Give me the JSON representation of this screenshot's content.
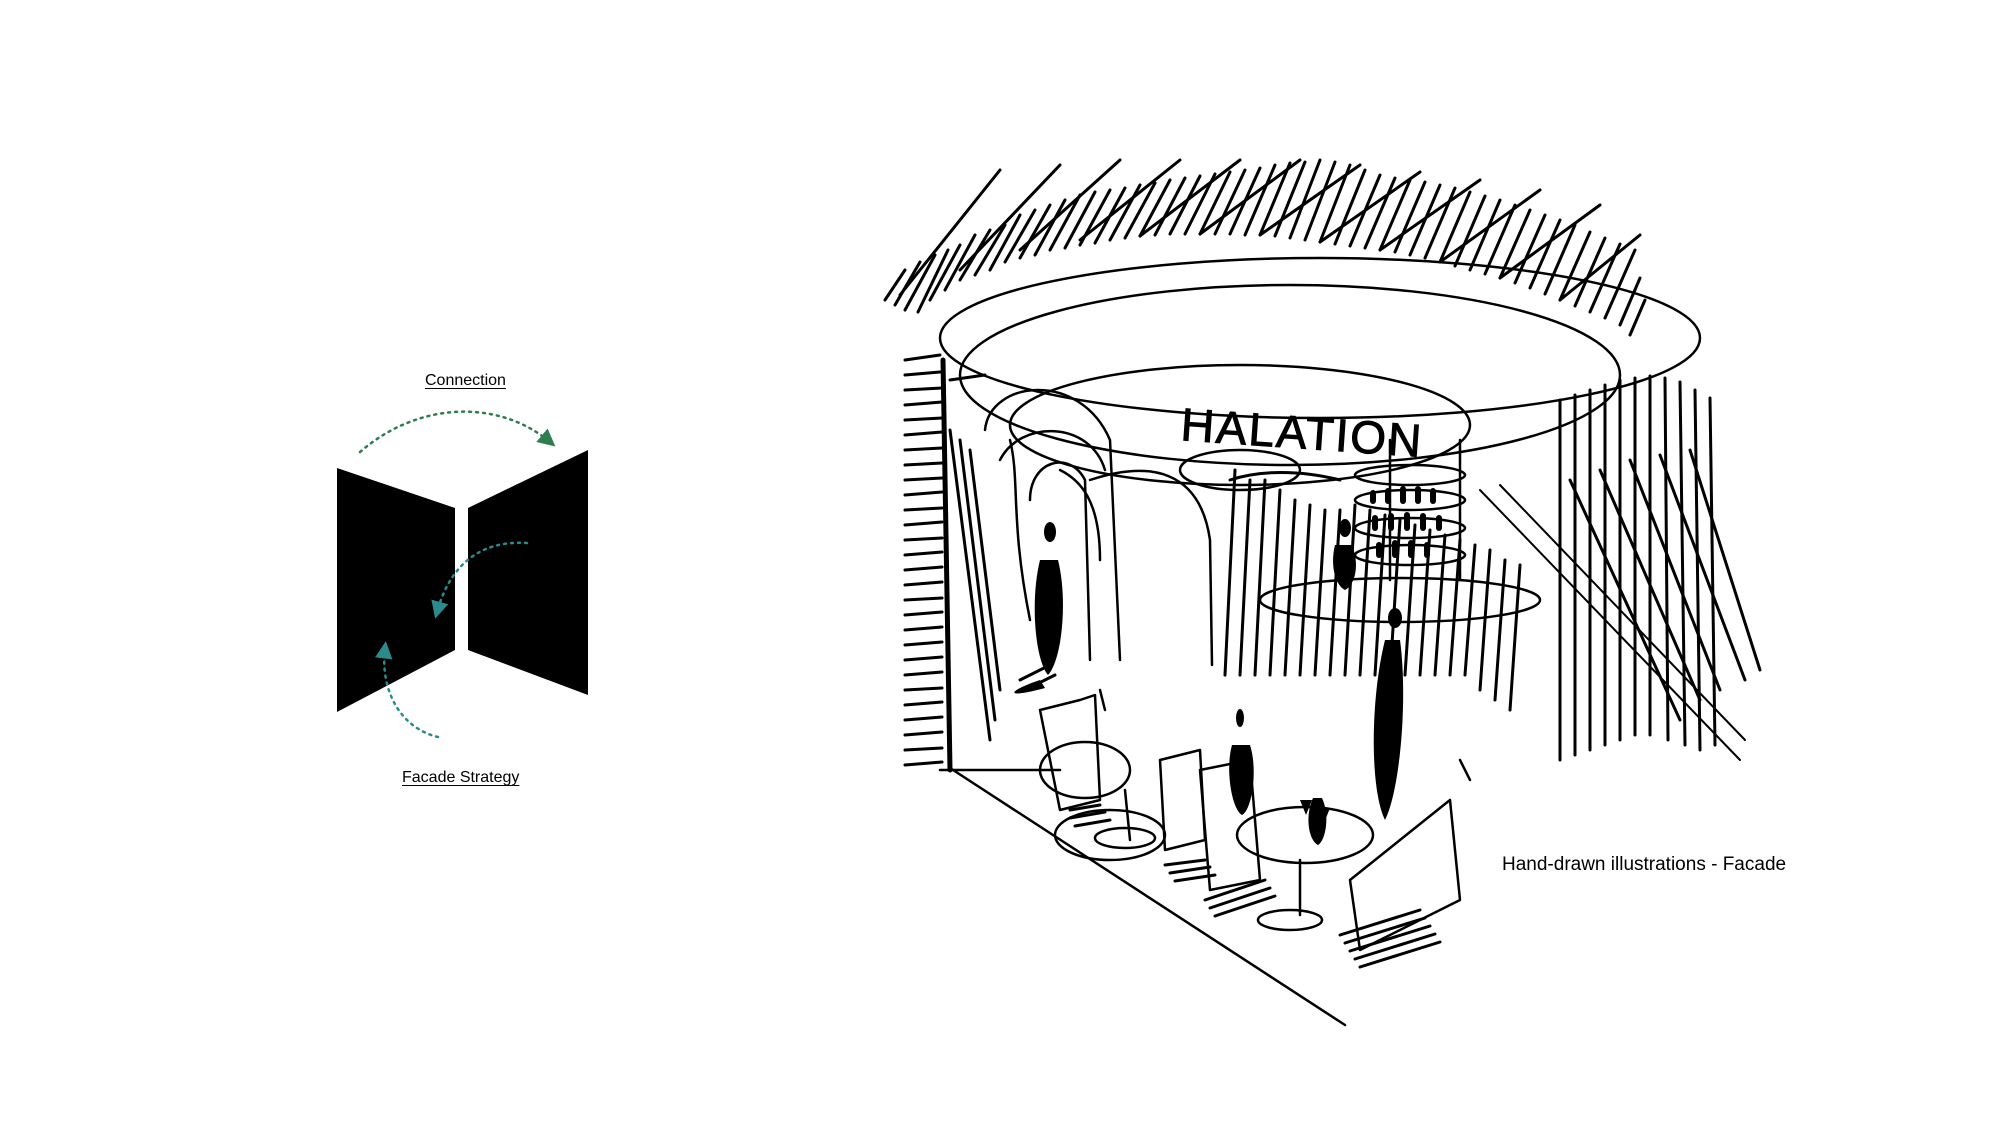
{
  "diagram": {
    "connection_label": "Connection",
    "facade_strategy_label": "Facade Strategy",
    "arrow_color_top": "#2e7d4f",
    "arrow_color_inner": "#2a8a8c"
  },
  "sketch": {
    "sign_text": "HALATION",
    "caption": "Hand-drawn illustrations - Facade"
  }
}
